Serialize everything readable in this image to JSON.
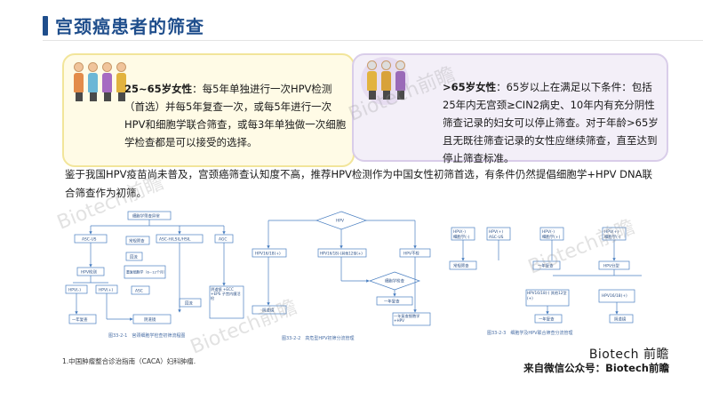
{
  "title": "宫颈癌患者的筛查",
  "card_left": {
    "lead": "25~65岁女性",
    "text": "：每5年单独进行一次HPV检测（首选）并每5年复查一次，或每5年进行一次HPV和细胞学联合筛查，或每3年单独做一次细胞学检查都是可以接受的选择。"
  },
  "card_right": {
    "lead": ">65岁女性",
    "text": "：65岁以上在满足以下条件：包括25年内无宫颈≥CIN2病史、10年内有充分阴性筛查记录的妇女可以停止筛查。对于年龄>65岁且无既往筛查记录的女性应继续筛查，直至达到停止筛查标准。"
  },
  "paragraph": "鉴于我国HPV疫苗尚未普及，宫颈癌筛查认知度不高，推荐HPV检测作为中国女性初筛首选，有条件仍然提倡细胞学+HPV DNA联合筛查作为初筛。",
  "flowcharts": {
    "fig1": {
      "start": "细胞学筛查异常",
      "b1": "ASC-US",
      "b2": "ASC-H/LSIL/HSIL",
      "b3": "AGC",
      "b4": "常规筛查",
      "b5": "回流",
      "b6": "HPV检测",
      "b7": "重复细胞学（6~12个月）",
      "b8": "HPV(-)",
      "b9": "HPV(+)",
      "b10": "ASC",
      "b11": "回流",
      "b12": "阴道镜",
      "b13": "一年复查",
      "b14": "阴道镜 +ECC +EPS 子宫内膜活检",
      "caption": "图33-2-1　宫颈细胞学检查初筛流程图"
    },
    "fig2": {
      "top": "HPV",
      "b1": "HPV16/18(+)",
      "b2": "HPV16/18(-)其他12型(+)",
      "b3": "HPV不检",
      "b4": "细胞学检查",
      "b5": "阴道镜",
      "b6": "一年复查",
      "b7": "一年复查细胞学 +HPV",
      "caption": "图33-2-2　高危型HPV初筛分流管理"
    },
    "fig3": {
      "b1": "HPV(-)",
      "b2": "细胞学(-)",
      "b3": "HPV(+)",
      "b4": "ASC-US",
      "b5": "HPV(-)",
      "b6": "细胞学(+)",
      "b7": "HPV(+)",
      "b8": "细胞学(-)",
      "b9": "常规筛查",
      "b10": "一年复查",
      "b11": "HPV分型",
      "b12": "HPV16/18(-) 其他12型(+)",
      "b13": "HPV16/18(+)",
      "b14": "一年复查",
      "b15": "阴道镜",
      "caption": "图33-2-3　细胞学及HPV联合筛查分流管理"
    }
  },
  "footnote": "1.中国肿瘤整合诊治指南（CACA）妇科肿瘤.",
  "brand": "Biotech 前瞻",
  "source": "来自微信公众号：Biotech前瞻",
  "watermark": "Biotech前瞻",
  "colors": {
    "title": "#1f4e8c",
    "card_left_bg": "#fffbe6",
    "card_right_bg": "#f3eff8",
    "flow_box": "#4a7fc1"
  }
}
